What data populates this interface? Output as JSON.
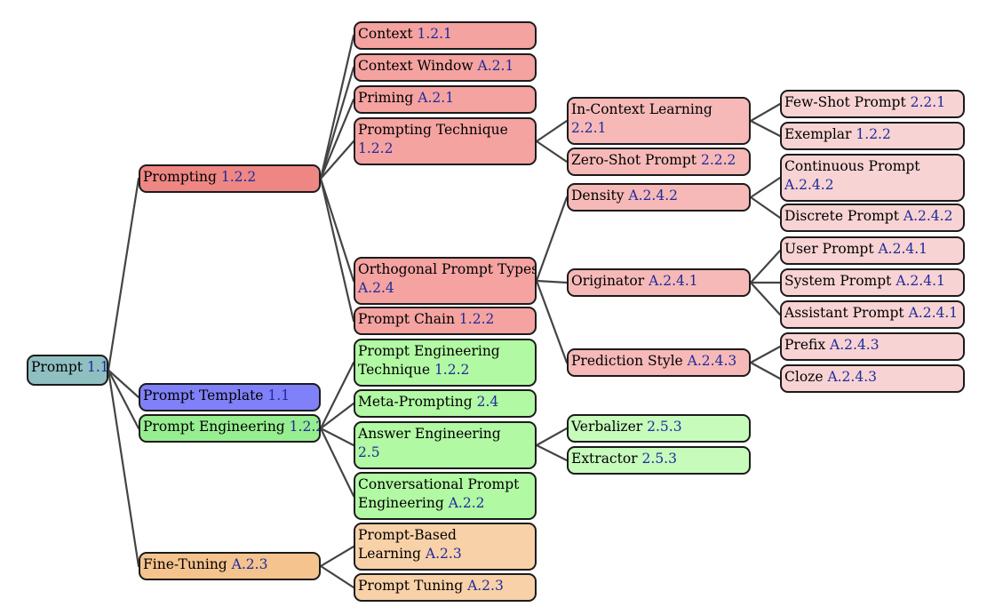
{
  "colors": {
    "root": "#8fbfc1",
    "prompting_l1": "#ee8783",
    "prompting_l2": "#f4a3a1",
    "prompting_l3": "#f6b9b7",
    "prompting_l4": "#f8d3d3",
    "template": "#8080f8",
    "engineering_l1": "#97ee90",
    "engineering_l2": "#b1f9a3",
    "engineering_l3": "#c6fbbc",
    "finetuning_l1": "#f4c38e",
    "finetuning_l2": "#f8d1a8",
    "ref_text": "#1f2a9c",
    "edge": "#444444"
  },
  "nodes": [
    {
      "id": "prompt",
      "label": "Prompt",
      "ref": "1.1",
      "color": "root"
    },
    {
      "id": "prompting",
      "label": "Prompting",
      "ref": "1.2.2",
      "color": "prompting_l1"
    },
    {
      "id": "context",
      "label": "Context",
      "ref": "1.2.1",
      "color": "prompting_l2"
    },
    {
      "id": "context-window",
      "label": "Context Window",
      "ref": "A.2.1",
      "color": "prompting_l2"
    },
    {
      "id": "priming",
      "label": "Priming",
      "ref": "A.2.1",
      "color": "prompting_l2"
    },
    {
      "id": "prompting-technique",
      "label": "Prompting Technique",
      "ref": "1.2.2",
      "color": "prompting_l2"
    },
    {
      "id": "in-context-learning",
      "label": "In-Context Learning",
      "ref": "2.2.1",
      "color": "prompting_l3"
    },
    {
      "id": "few-shot-prompt",
      "label": "Few-Shot Prompt",
      "ref": "2.2.1",
      "color": "prompting_l4"
    },
    {
      "id": "exemplar",
      "label": "Exemplar",
      "ref": "1.2.2",
      "color": "prompting_l4"
    },
    {
      "id": "zero-shot-prompt",
      "label": "Zero-Shot Prompt",
      "ref": "2.2.2",
      "color": "prompting_l3"
    },
    {
      "id": "orthogonal-prompt-types",
      "label": "Orthogonal Prompt Types",
      "ref": "A.2.4",
      "color": "prompting_l2"
    },
    {
      "id": "density",
      "label": "Density",
      "ref": "A.2.4.2",
      "color": "prompting_l3"
    },
    {
      "id": "continuous-prompt",
      "label": "Continuous Prompt",
      "ref": "A.2.4.2",
      "color": "prompting_l4"
    },
    {
      "id": "discrete-prompt",
      "label": "Discrete Prompt",
      "ref": "A.2.4.2",
      "color": "prompting_l4"
    },
    {
      "id": "originator",
      "label": "Originator",
      "ref": "A.2.4.1",
      "color": "prompting_l3"
    },
    {
      "id": "user-prompt",
      "label": "User Prompt",
      "ref": "A.2.4.1",
      "color": "prompting_l4"
    },
    {
      "id": "system-prompt",
      "label": "System Prompt",
      "ref": "A.2.4.1",
      "color": "prompting_l4"
    },
    {
      "id": "assistant-prompt",
      "label": "Assistant Prompt",
      "ref": "A.2.4.1",
      "color": "prompting_l4"
    },
    {
      "id": "prediction-style",
      "label": "Prediction Style",
      "ref": "A.2.4.3",
      "color": "prompting_l3"
    },
    {
      "id": "prefix",
      "label": "Prefix",
      "ref": "A.2.4.3",
      "color": "prompting_l4"
    },
    {
      "id": "cloze",
      "label": "Cloze",
      "ref": "A.2.4.3",
      "color": "prompting_l4"
    },
    {
      "id": "prompt-chain",
      "label": "Prompt Chain",
      "ref": "1.2.2",
      "color": "prompting_l2"
    },
    {
      "id": "prompt-template",
      "label": "Prompt Template",
      "ref": "1.1",
      "color": "template"
    },
    {
      "id": "prompt-engineering",
      "label": "Prompt Engineering",
      "ref": "1.2.2",
      "color": "engineering_l1"
    },
    {
      "id": "prompt-engineering-technique",
      "label": "Prompt Engineering Technique",
      "ref": "1.2.2",
      "color": "engineering_l2"
    },
    {
      "id": "meta-prompting",
      "label": "Meta-Prompting",
      "ref": "2.4",
      "color": "engineering_l2"
    },
    {
      "id": "answer-engineering",
      "label": "Answer Engineering",
      "ref": "2.5",
      "color": "engineering_l2"
    },
    {
      "id": "verbalizer",
      "label": "Verbalizer",
      "ref": "2.5.3",
      "color": "engineering_l3"
    },
    {
      "id": "extractor",
      "label": "Extractor",
      "ref": "2.5.3",
      "color": "engineering_l3"
    },
    {
      "id": "conversational-prompt-engineering",
      "label": "Conversational Prompt Engineering",
      "ref": "A.2.2",
      "color": "engineering_l2"
    },
    {
      "id": "fine-tuning",
      "label": "Fine-Tuning",
      "ref": "A.2.3",
      "color": "finetuning_l1"
    },
    {
      "id": "prompt-based-learning",
      "label": "Prompt-Based Learning",
      "ref": "A.2.3",
      "color": "finetuning_l2"
    },
    {
      "id": "prompt-tuning",
      "label": "Prompt Tuning",
      "ref": "A.2.3",
      "color": "finetuning_l2"
    }
  ],
  "edges": [
    [
      "prompt",
      "prompting"
    ],
    [
      "prompt",
      "prompt-template"
    ],
    [
      "prompt",
      "prompt-engineering"
    ],
    [
      "prompt",
      "fine-tuning"
    ],
    [
      "prompting",
      "context"
    ],
    [
      "prompting",
      "context-window"
    ],
    [
      "prompting",
      "priming"
    ],
    [
      "prompting",
      "prompting-technique"
    ],
    [
      "prompting",
      "orthogonal-prompt-types"
    ],
    [
      "prompting",
      "prompt-chain"
    ],
    [
      "prompting-technique",
      "in-context-learning"
    ],
    [
      "prompting-technique",
      "zero-shot-prompt"
    ],
    [
      "in-context-learning",
      "few-shot-prompt"
    ],
    [
      "in-context-learning",
      "exemplar"
    ],
    [
      "orthogonal-prompt-types",
      "density"
    ],
    [
      "orthogonal-prompt-types",
      "originator"
    ],
    [
      "orthogonal-prompt-types",
      "prediction-style"
    ],
    [
      "density",
      "continuous-prompt"
    ],
    [
      "density",
      "discrete-prompt"
    ],
    [
      "originator",
      "user-prompt"
    ],
    [
      "originator",
      "system-prompt"
    ],
    [
      "originator",
      "assistant-prompt"
    ],
    [
      "prediction-style",
      "prefix"
    ],
    [
      "prediction-style",
      "cloze"
    ],
    [
      "prompt-engineering",
      "prompt-engineering-technique"
    ],
    [
      "prompt-engineering",
      "meta-prompting"
    ],
    [
      "prompt-engineering",
      "answer-engineering"
    ],
    [
      "prompt-engineering",
      "conversational-prompt-engineering"
    ],
    [
      "answer-engineering",
      "verbalizer"
    ],
    [
      "answer-engineering",
      "extractor"
    ],
    [
      "fine-tuning",
      "prompt-based-learning"
    ],
    [
      "fine-tuning",
      "prompt-tuning"
    ]
  ]
}
